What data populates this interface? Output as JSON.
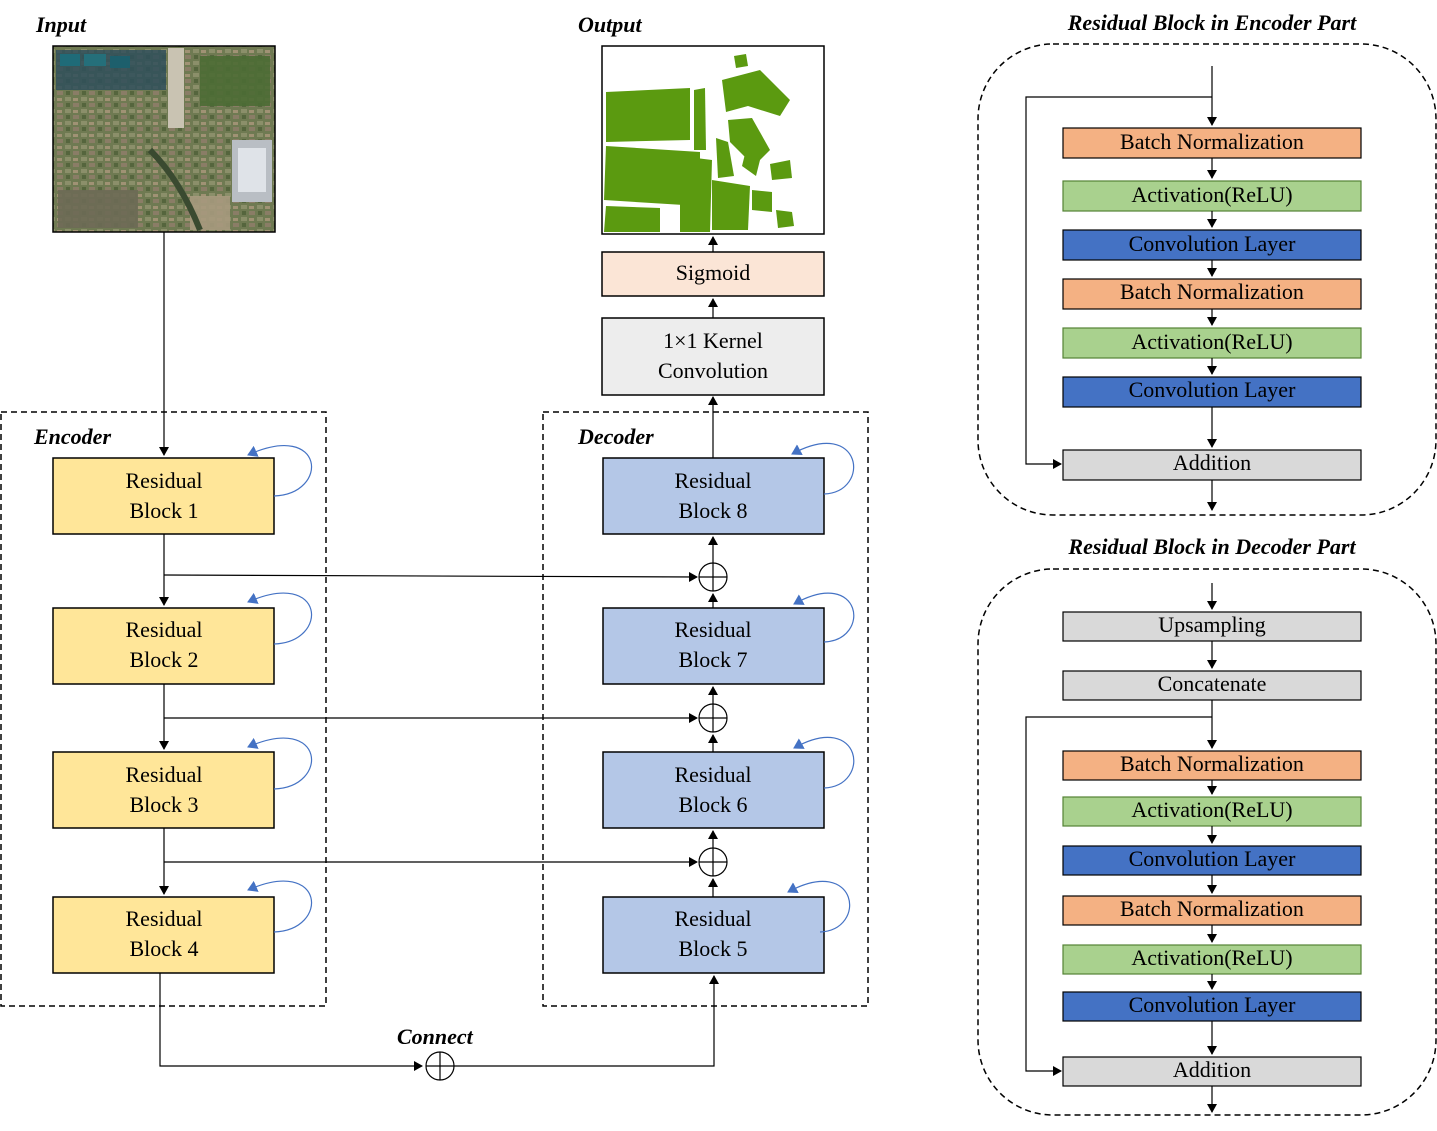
{
  "labels": {
    "input": "Input",
    "output": "Output",
    "encoder": "Encoder",
    "decoder": "Decoder",
    "connect": "Connect",
    "enc_part_title": "Residual Block in Encoder Part",
    "dec_part_title": "Residual Block in Decoder Part"
  },
  "encoder_blocks": [
    {
      "line1": "Residual",
      "line2": "Block 1"
    },
    {
      "line1": "Residual",
      "line2": "Block 2"
    },
    {
      "line1": "Residual",
      "line2": "Block 3"
    },
    {
      "line1": "Residual",
      "line2": "Block 4"
    }
  ],
  "decoder_blocks": [
    {
      "line1": "Residual",
      "line2": "Block 8"
    },
    {
      "line1": "Residual",
      "line2": "Block 7"
    },
    {
      "line1": "Residual",
      "line2": "Block 6"
    },
    {
      "line1": "Residual",
      "line2": "Block 5"
    }
  ],
  "head": {
    "sigmoid": "Sigmoid",
    "conv_line1": "1×1 Kernel",
    "conv_line2": "Convolution"
  },
  "encoder_part_stack": [
    "Batch Normalization",
    "Activation(ReLU)",
    "Convolution Layer",
    "Batch Normalization",
    "Activation(ReLU)",
    "Convolution Layer"
  ],
  "encoder_part_addition": "Addition",
  "decoder_part_pre": [
    "Upsampling",
    "Concatenate"
  ],
  "decoder_part_stack": [
    "Batch Normalization",
    "Activation(ReLU)",
    "Convolution Layer",
    "Batch Normalization",
    "Activation(ReLU)",
    "Convolution Layer"
  ],
  "decoder_part_addition": "Addition",
  "colors": {
    "encoder_block": "#FFE699",
    "decoder_block": "#B4C7E7",
    "sigmoid": "#FBE5D6",
    "conv1x1": "#EDEDED",
    "batch_norm": "#F4B183",
    "activation": "#A9D18E",
    "conv_layer": "#4472C4",
    "gray_box": "#D9D9D9",
    "loop_arrow": "#4472C4",
    "output_green": "#5B9A10"
  }
}
